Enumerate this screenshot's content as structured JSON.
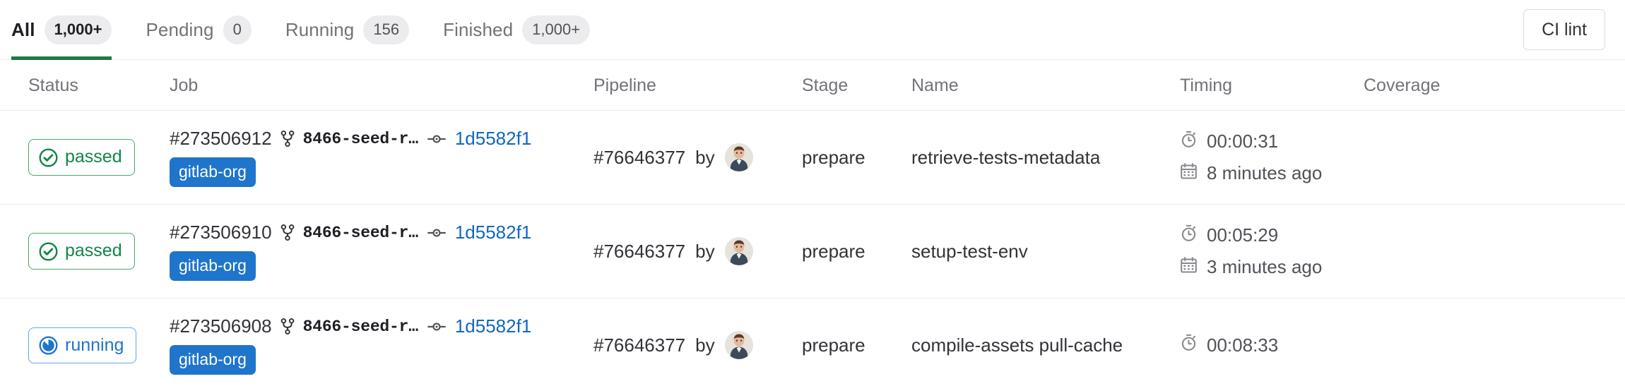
{
  "tabs": [
    {
      "label": "All",
      "count": "1,000+",
      "active": true,
      "name": "tab-all"
    },
    {
      "label": "Pending",
      "count": "0",
      "active": false,
      "name": "tab-pending"
    },
    {
      "label": "Running",
      "count": "156",
      "active": false,
      "name": "tab-running"
    },
    {
      "label": "Finished",
      "count": "1,000+",
      "active": false,
      "name": "tab-finished"
    }
  ],
  "toolbar": {
    "ci_lint_label": "CI lint"
  },
  "table": {
    "headers": {
      "status": "Status",
      "job": "Job",
      "pipeline": "Pipeline",
      "stage": "Stage",
      "name": "Name",
      "timing": "Timing",
      "coverage": "Coverage"
    }
  },
  "colors": {
    "accent_green": "#217645",
    "passed_text": "#108548",
    "passed_border": "#4da568",
    "running_text": "#1f75cb",
    "running_border": "#63a6e9",
    "tag_blue": "#1f75cb",
    "link_blue": "#1068bf",
    "muted_text": "#737278",
    "border": "#ececef"
  },
  "rows": [
    {
      "status": "passed",
      "status_type": "passed",
      "job_id": "#273506912",
      "branch": "8466-seed-r…",
      "commit_sha": "1d5582f1",
      "org_tag": "gitlab-org",
      "pipeline_id": "#76646377",
      "pipeline_by": "by",
      "stage": "prepare",
      "name": "retrieve-tests-metadata",
      "duration": "00:00:31",
      "finished": "8 minutes ago",
      "coverage": "",
      "actions": [
        "download-artifacts",
        "retry"
      ]
    },
    {
      "status": "passed",
      "status_type": "passed",
      "job_id": "#273506910",
      "branch": "8466-seed-r…",
      "commit_sha": "1d5582f1",
      "org_tag": "gitlab-org",
      "pipeline_id": "#76646377",
      "pipeline_by": "by",
      "stage": "prepare",
      "name": "setup-test-env",
      "duration": "00:05:29",
      "finished": "3 minutes ago",
      "coverage": "",
      "actions": [
        "download-artifacts",
        "retry"
      ]
    },
    {
      "status": "running",
      "status_type": "running",
      "job_id": "#273506908",
      "branch": "8466-seed-r…",
      "commit_sha": "1d5582f1",
      "org_tag": "gitlab-org",
      "pipeline_id": "#76646377",
      "pipeline_by": "by",
      "stage": "prepare",
      "name": "compile-assets pull-cache",
      "duration": "00:08:33",
      "finished": "",
      "coverage": "",
      "actions": [
        "cancel"
      ]
    }
  ]
}
